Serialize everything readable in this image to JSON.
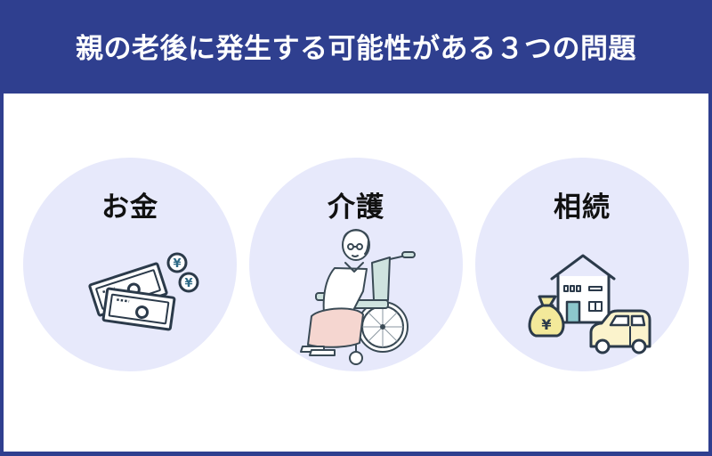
{
  "header": {
    "title": "親の老後に発生する可能性がある３つの問題"
  },
  "items": [
    {
      "label": "お金",
      "icon": "money-icon"
    },
    {
      "label": "介護",
      "icon": "wheelchair-elderly-icon"
    },
    {
      "label": "相続",
      "icon": "inheritance-house-car-icon"
    }
  ],
  "colors": {
    "frame": "#2f3f8f",
    "panel": "#ffffff",
    "circle": "#e7e9fb",
    "title_text": "#ffffff",
    "label_text": "#111111",
    "line": "#2b3a4a",
    "money_yellow": "#f3e99a",
    "blanket_pink": "#f5d6d0",
    "chair_green": "#cfe3df",
    "door_teal": "#8cc7cc"
  }
}
